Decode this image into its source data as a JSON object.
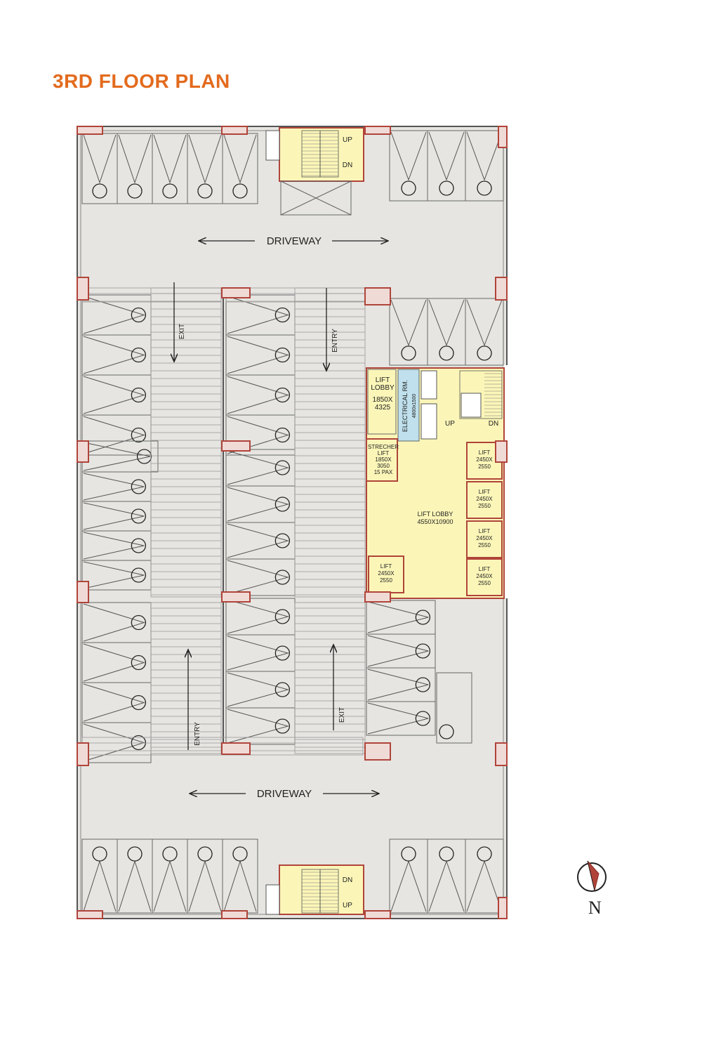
{
  "title": "3RD FLOOR PLAN",
  "colors": {
    "title": "#e36b1e",
    "floor": "#e6e5e1",
    "core": "#fbf6b8",
    "electrical": "#bfe0ec",
    "column": "#b0443a",
    "wall": "#555555"
  },
  "labels": {
    "driveway_top": "DRIVEWAY",
    "driveway_bottom": "DRIVEWAY",
    "exit_left": "EXIT",
    "entry_center": "ENTRY",
    "entry_left": "ENTRY",
    "exit_center": "EXIT",
    "stair_top_up": "UP",
    "stair_top_dn": "DN",
    "stair_bottom_dn": "DN",
    "stair_bottom_up": "UP",
    "core_up": "UP",
    "core_dn": "DN",
    "lift_lobby_small": [
      "LIFT",
      "LOBBY",
      "1850X",
      "4325"
    ],
    "electrical": "ELECTRICAL RM.",
    "electrical_size": "4800x1500",
    "stretcher_lift": [
      "STRECHER",
      "LIFT",
      "1850X",
      "3050",
      "15 PAX"
    ],
    "main_lobby": [
      "LIFT LOBBY",
      "4550X10900"
    ],
    "lift_a": [
      "LIFT",
      "2450X",
      "2550"
    ],
    "lift_b": [
      "LIFT",
      "2450X",
      "2550"
    ],
    "lift_c": [
      "LIFT",
      "2450X",
      "2550"
    ],
    "lift_d": [
      "LIFT",
      "2450X",
      "2550"
    ],
    "lift_e": [
      "LIFT",
      "2450X",
      "2550"
    ]
  },
  "compass_label": "N"
}
